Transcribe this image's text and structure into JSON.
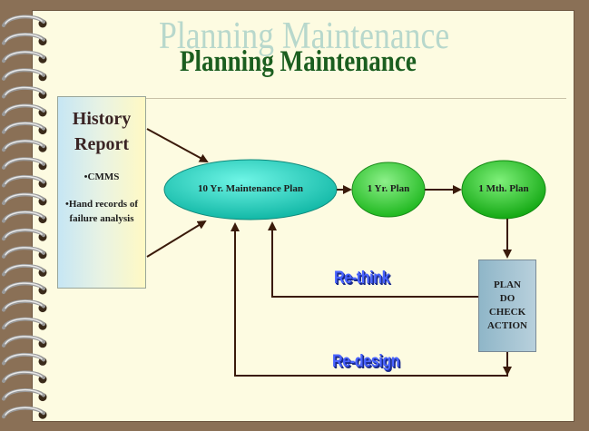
{
  "title": {
    "ghost": "Planning Maintenance",
    "main": "Planning Maintenance"
  },
  "history": {
    "title_line1": "History",
    "title_line2": "Report",
    "item1": "•CMMS",
    "item2": "•Hand records of failure analysis"
  },
  "nodes": {
    "ten_year": "10 Yr.  Maintenance Plan",
    "one_year": "1 Yr. Plan",
    "one_month": "1 Mth. Plan"
  },
  "pdca": {
    "line1": "PLAN",
    "line2": "DO",
    "line3": "CHECK",
    "line4": "ACTION"
  },
  "loops": {
    "rethink": "Re-think",
    "redesign": "Re-design"
  },
  "colors": {
    "page": "#fdfbe1",
    "binding": "#8a7056",
    "ellipse": "#2ad4c0",
    "ellipse_green": "#3bcf3b",
    "title": "#1b5e1f",
    "arrow": "#3a1a0a"
  }
}
